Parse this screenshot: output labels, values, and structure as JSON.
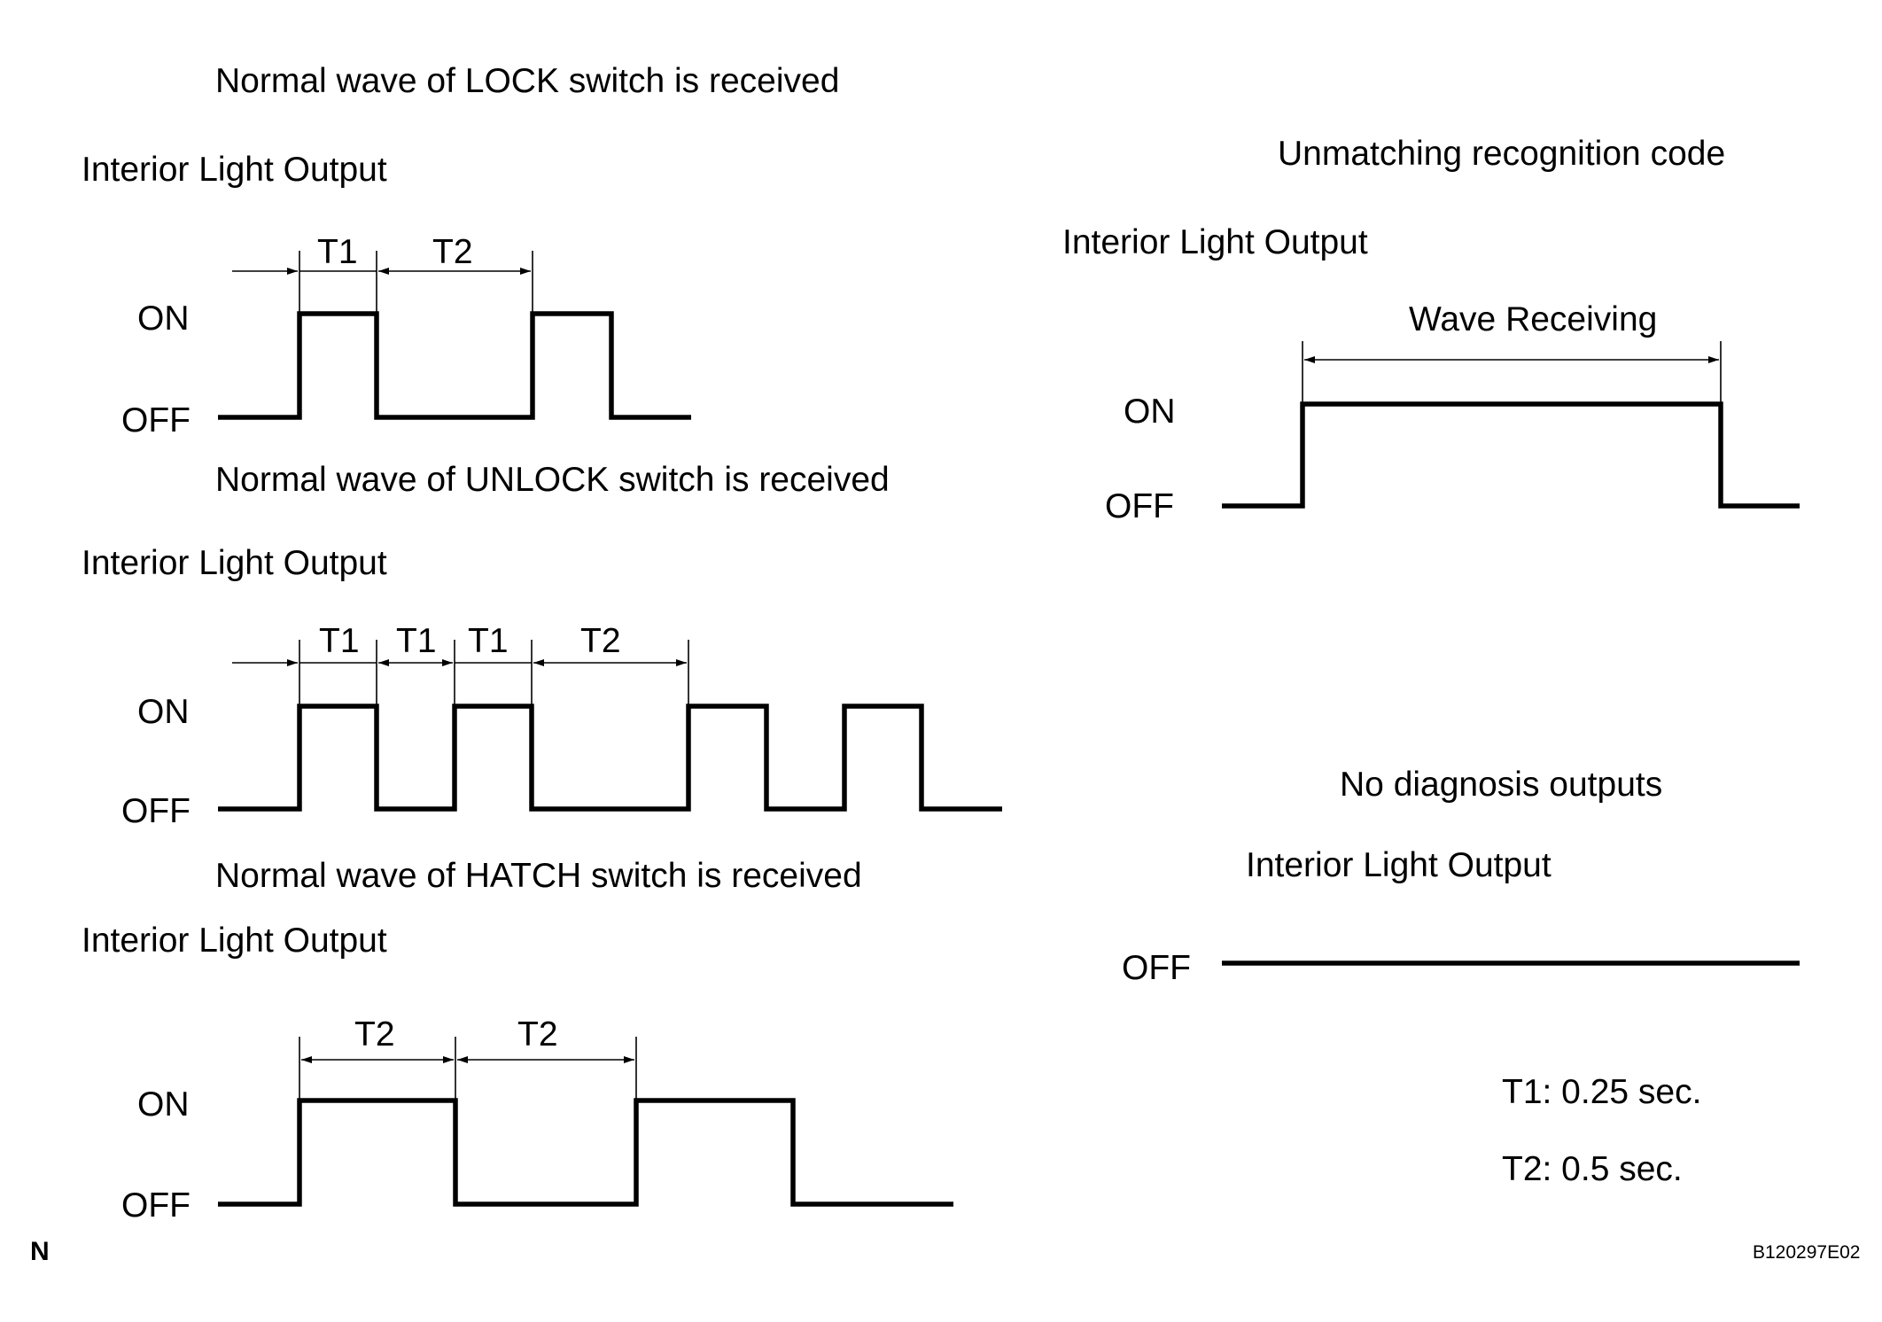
{
  "lock": {
    "title": "Normal wave of LOCK switch is received",
    "output_label": "Interior Light Output",
    "on_label": "ON",
    "off_label": "OFF",
    "t_labels": [
      "T1",
      "T2"
    ]
  },
  "unlock": {
    "title": "Normal wave of UNLOCK switch is received",
    "output_label": "Interior Light Output",
    "on_label": "ON",
    "off_label": "OFF",
    "t_labels": [
      "T1",
      "T1",
      "T1",
      "T2"
    ]
  },
  "hatch": {
    "title": "Normal wave of HATCH switch is received",
    "output_label": "Interior Light Output",
    "on_label": "ON",
    "off_label": "OFF",
    "t_labels": [
      "T2",
      "T2"
    ]
  },
  "unmatching": {
    "title": "Unmatching recognition code",
    "output_label": "Interior Light Output",
    "span_label": "Wave Receiving",
    "on_label": "ON",
    "off_label": "OFF"
  },
  "no_diagnosis": {
    "title": "No diagnosis outputs",
    "output_label": "Interior Light Output",
    "off_label": "OFF"
  },
  "legend": {
    "t1": "T1: 0.25 sec.",
    "t2": "T2: 0.5 sec."
  },
  "corner_mark": "N",
  "figure_code": "B120297E02"
}
